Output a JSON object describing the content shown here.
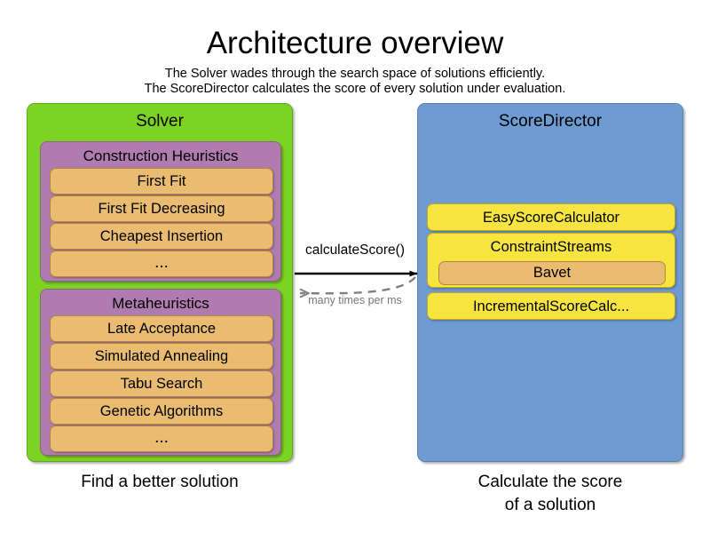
{
  "header": {
    "title": "Architecture overview",
    "subtitle_line1": "The Solver wades through the search space of solutions efficiently.",
    "subtitle_line2": "The ScoreDirector calculates the score of every solution under evaluation."
  },
  "colors": {
    "solver_panel": "#7DD321",
    "scoredirector_panel": "#6E9BD2",
    "group_box": "#B07CB0",
    "item_box": "#E9BC72",
    "yellow_box": "#F6E441",
    "background": "#FFFFFF",
    "text": "#000000",
    "dashed_arrow": "#808080"
  },
  "solver": {
    "title": "Solver",
    "caption": "Find a better solution",
    "groups": [
      {
        "title": "Construction Heuristics",
        "items": [
          "First Fit",
          "First Fit Decreasing",
          "Cheapest Insertion",
          "..."
        ]
      },
      {
        "title": "Metaheuristics",
        "items": [
          "Late Acceptance",
          "Simulated Annealing",
          "Tabu Search",
          "Genetic Algorithms",
          "..."
        ]
      }
    ]
  },
  "score_director": {
    "title": "ScoreDirector",
    "caption_line1": "Calculate the score",
    "caption_line2": "of a solution",
    "calculators": [
      {
        "label": "EasyScoreCalculator"
      },
      {
        "label": "ConstraintStreams",
        "child": "Bavet"
      },
      {
        "label": "IncrementalScoreCalc..."
      }
    ]
  },
  "arrows": {
    "forward_label": "calculateScore()",
    "return_label": "many times per ms"
  }
}
